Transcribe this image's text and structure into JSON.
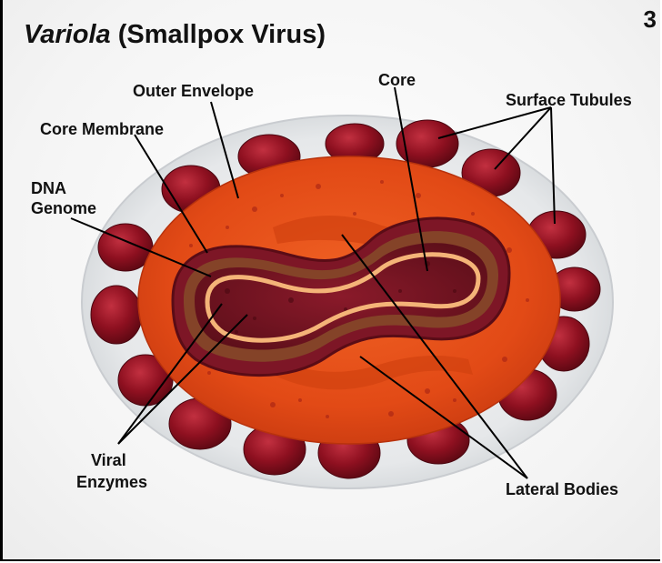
{
  "title": {
    "italic": "Variola",
    "rest": "(Smallpox Virus)"
  },
  "page_number": "3",
  "labels": {
    "outer_envelope": "Outer Envelope",
    "core": "Core",
    "surface_tubules": "Surface Tubules",
    "core_membrane": "Core Membrane",
    "dna_line1": "DNA",
    "dna_line2": "Genome",
    "viral_line1": "Viral",
    "viral_line2": "Enzymes",
    "lateral_bodies": "Lateral Bodies"
  },
  "colors": {
    "envelope": "#e8501a",
    "core": "#7a1622",
    "tubule": "#8e1020",
    "dna": "#f2b06a",
    "glass": "#eef0f2"
  }
}
